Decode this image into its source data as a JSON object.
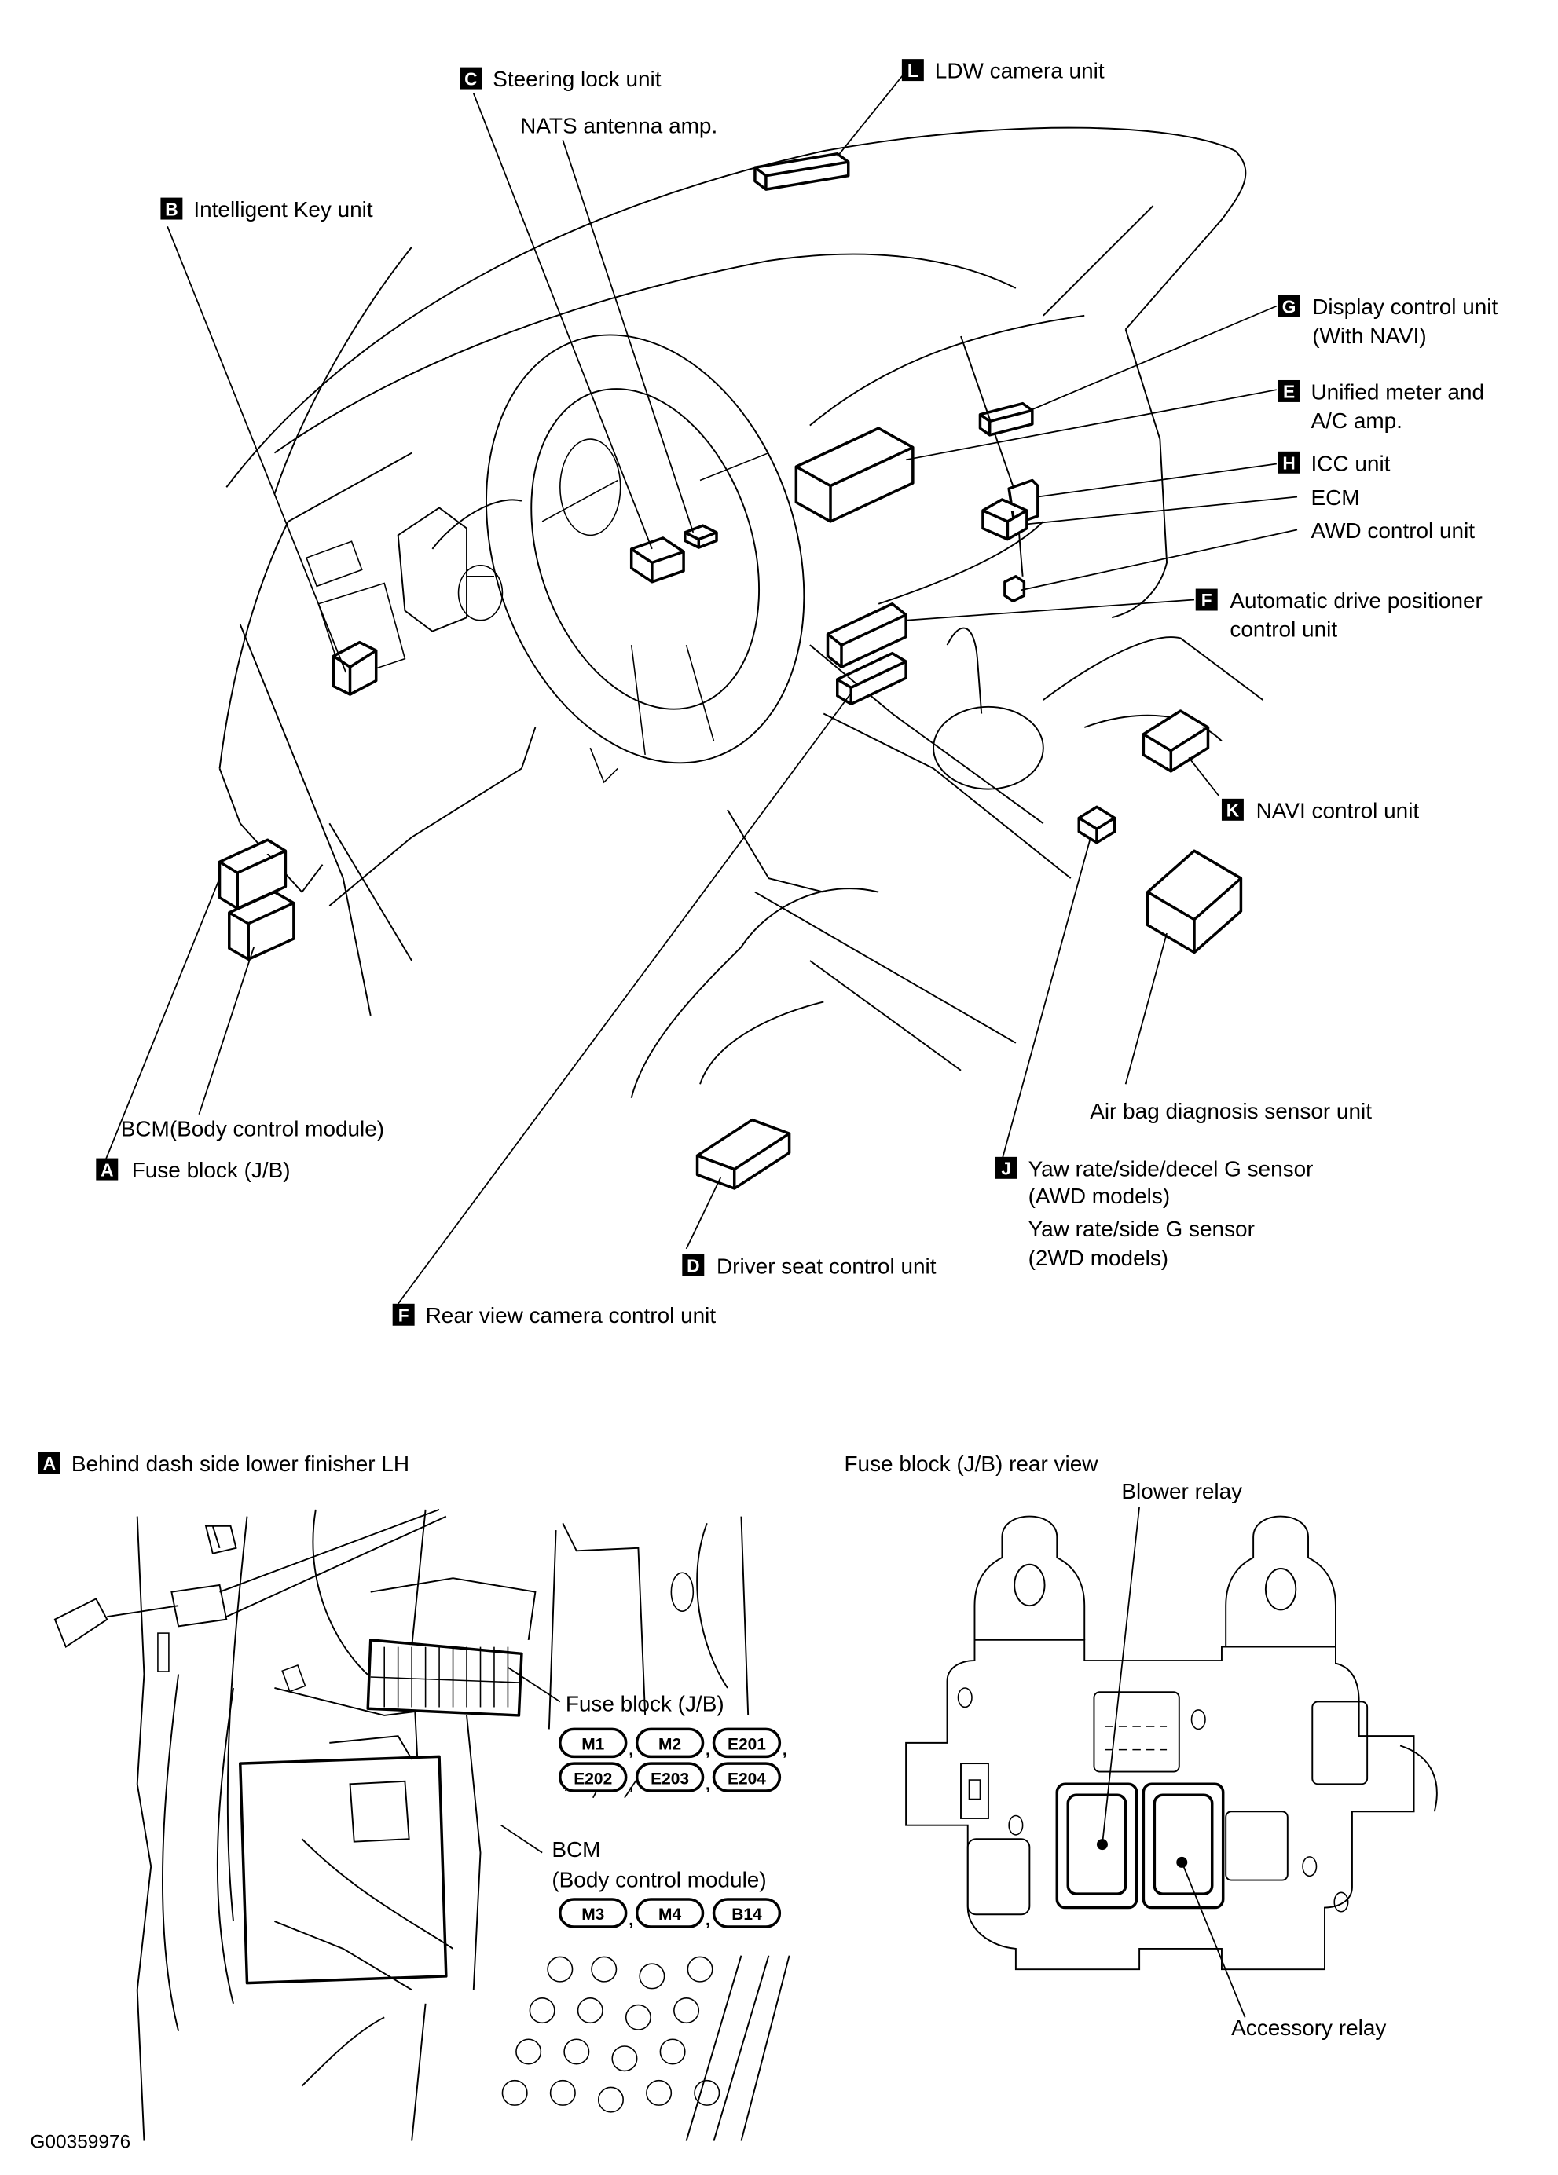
{
  "figure_id": "G00359976",
  "overview": {
    "labels": [
      {
        "id": "C",
        "badge": "C",
        "text": "Steering lock unit"
      },
      {
        "id": "NATS",
        "badge": "",
        "text": "NATS antenna amp."
      },
      {
        "id": "L",
        "badge": "L",
        "text": "LDW camera unit"
      },
      {
        "id": "B",
        "badge": "B",
        "text": "Intelligent Key unit"
      },
      {
        "id": "G",
        "badge": "G",
        "text": "Display control unit",
        "text2": "(With NAVI)"
      },
      {
        "id": "E",
        "badge": "E",
        "text": "Unified meter and",
        "text2": "A/C amp."
      },
      {
        "id": "H",
        "badge": "H",
        "text": "ICC unit"
      },
      {
        "id": "ECM",
        "badge": "",
        "text": "ECM"
      },
      {
        "id": "AWD",
        "badge": "",
        "text": "AWD control unit"
      },
      {
        "id": "F1",
        "badge": "F",
        "text": "Automatic drive positioner",
        "text2": "control unit"
      },
      {
        "id": "K",
        "badge": "K",
        "text": "NAVI control unit"
      },
      {
        "id": "AIRBAG",
        "badge": "",
        "text": "Air bag diagnosis sensor unit"
      },
      {
        "id": "BCM",
        "badge": "",
        "text": "BCM(Body control module)"
      },
      {
        "id": "A",
        "badge": "A",
        "text": "Fuse block (J/B)"
      },
      {
        "id": "J",
        "badge": "J",
        "text": "Yaw rate/side/decel G sensor",
        "text2": "(AWD models)",
        "text3": "Yaw rate/side G sensor",
        "text4": "(2WD models)"
      },
      {
        "id": "D",
        "badge": "D",
        "text": "Driver seat control unit"
      },
      {
        "id": "F2",
        "badge": "F",
        "text": "Rear view camera control unit"
      }
    ]
  },
  "detail_a": {
    "badge": "A",
    "title": "Behind dash side lower finisher LH",
    "fuse_block_label": "Fuse block (J/B)",
    "fuse_block_connectors": [
      "M1",
      "M2",
      "E201",
      "E202",
      "E203",
      "E204"
    ],
    "bcm_label": "BCM",
    "bcm_label2": "(Body control module)",
    "bcm_connectors": [
      "M3",
      "M4",
      "B14"
    ],
    "separator": ","
  },
  "detail_rear": {
    "title": "Fuse block (J/B) rear view",
    "blower_relay": "Blower relay",
    "accessory_relay": "Accessory relay"
  }
}
